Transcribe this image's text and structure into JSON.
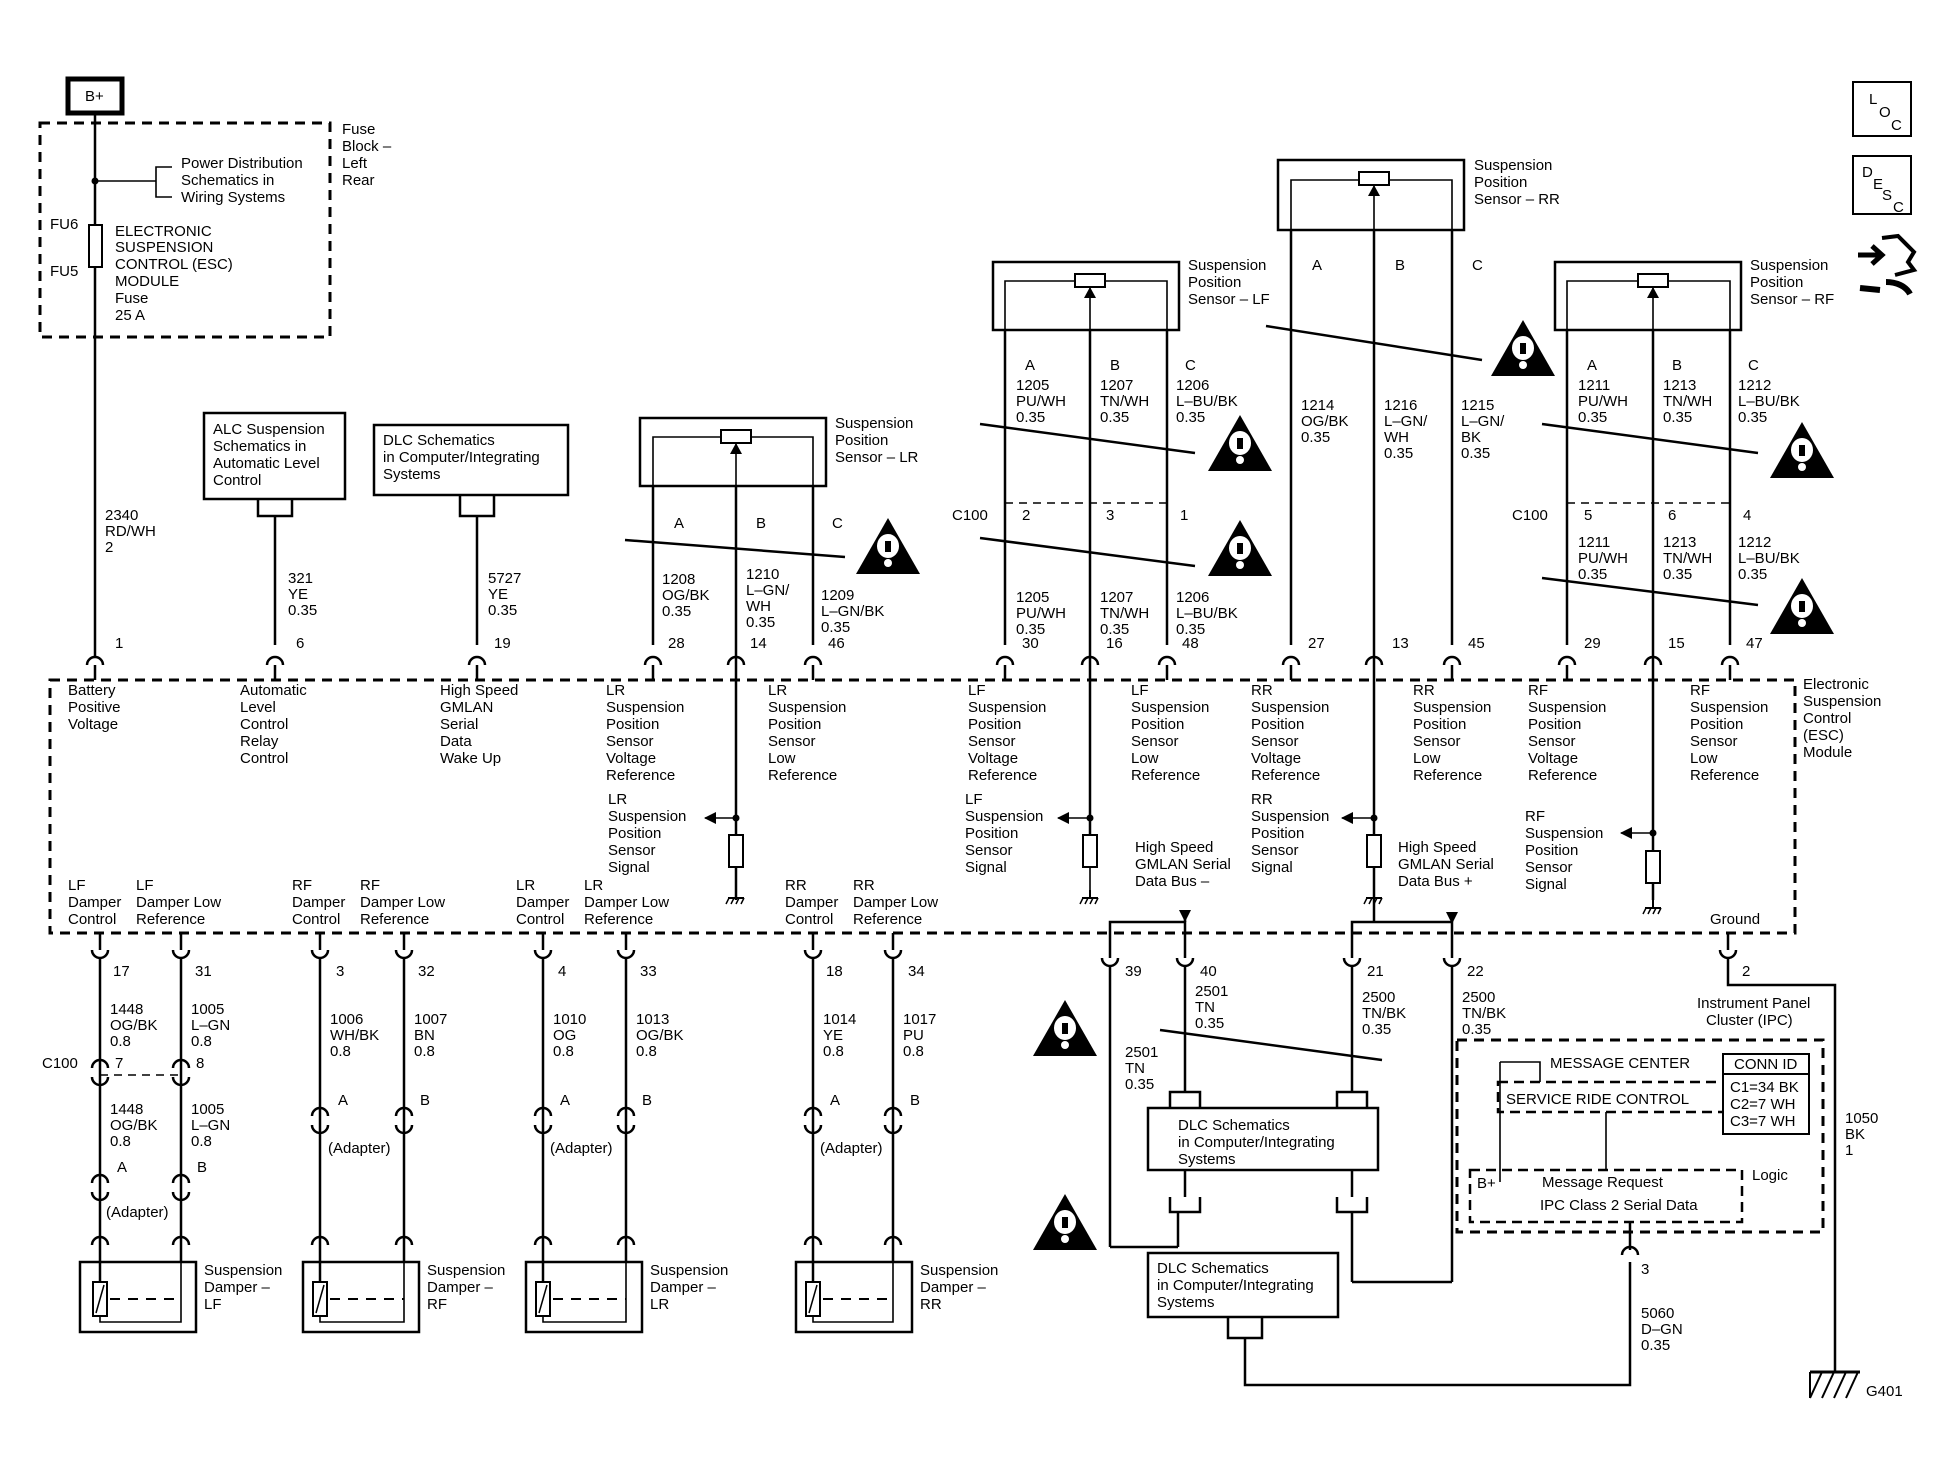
{
  "power": {
    "b_plus": "B+",
    "fuse_block": [
      "Fuse",
      "Block –",
      "Left",
      "Rear"
    ],
    "power_dist": [
      "Power Distribution",
      "Schematics in",
      "Wiring Systems"
    ],
    "fu6": "FU6",
    "fu5": "FU5",
    "fuse_desc": [
      "ELECTRONIC",
      "SUSPENSION",
      "CONTROL (ESC)",
      "MODULE",
      "Fuse",
      "25 A"
    ],
    "wire": [
      "2340",
      "RD/WH",
      "2"
    ]
  },
  "references": {
    "alc": [
      "ALC Suspension",
      "Schematics in",
      "Automatic Level",
      "Control"
    ],
    "dlc_top": [
      "DLC Schematics",
      "in Computer/Integrating",
      "Systems"
    ],
    "dlc_mid": [
      "DLC Schematics",
      "in Computer/Integrating",
      "Systems"
    ],
    "dlc_bottom": [
      "DLC Schematics",
      "in Computer/Integrating",
      "Systems"
    ]
  },
  "icons": {
    "loc": "LOC",
    "desc": "DESC"
  },
  "alc_wire": [
    "321",
    "YE",
    "0.35"
  ],
  "gmlan_wire": [
    "5727",
    "YE",
    "0.35"
  ],
  "sensors": {
    "lr": [
      "Suspension",
      "Position",
      "Sensor – LR"
    ],
    "lf": [
      "Suspension",
      "Position",
      "Sensor – LF"
    ],
    "rr": [
      "Suspension",
      "Position",
      "Sensor – RR"
    ],
    "rf": [
      "Suspension",
      "Position",
      "Sensor – RF"
    ]
  },
  "pins_abc": [
    "A",
    "B",
    "C"
  ],
  "c100": "C100",
  "c100_lf_pins": [
    "2",
    "3",
    "1"
  ],
  "c100_rf_pins": [
    "5",
    "6",
    "4"
  ],
  "lr_wires": [
    [
      "1208",
      "OG/BK",
      "0.35"
    ],
    [
      "1210",
      "L–GN/",
      "WH",
      "0.35"
    ],
    [
      "1209",
      "L–GN/BK",
      "0.35"
    ]
  ],
  "lf_wires_top": [
    [
      "1205",
      "PU/WH",
      "0.35"
    ],
    [
      "1207",
      "TN/WH",
      "0.35"
    ],
    [
      "1206",
      "L–BU/BK",
      "0.35"
    ]
  ],
  "lf_wires_bot": [
    [
      "1205",
      "PU/WH",
      "0.35"
    ],
    [
      "1207",
      "TN/WH",
      "0.35"
    ],
    [
      "1206",
      "L–BU/BK",
      "0.35"
    ]
  ],
  "rr_wires": [
    [
      "1214",
      "OG/BK",
      "0.35"
    ],
    [
      "1216",
      "L–GN/",
      "WH",
      "0.35"
    ],
    [
      "1215",
      "L–GN/",
      "BK",
      "0.35"
    ]
  ],
  "rf_wires_top": [
    [
      "1211",
      "PU/WH",
      "0.35"
    ],
    [
      "1213",
      "TN/WH",
      "0.35"
    ],
    [
      "1212",
      "L–BU/BK",
      "0.35"
    ]
  ],
  "rf_wires_bot": [
    [
      "1211",
      "PU/WH",
      "0.35"
    ],
    [
      "1213",
      "TN/WH",
      "0.35"
    ],
    [
      "1212",
      "L–BU/BK",
      "0.35"
    ]
  ],
  "esc_top_pins": [
    "1",
    "6",
    "19",
    "28",
    "14",
    "46",
    "30",
    "16",
    "48",
    "27",
    "13",
    "45",
    "29",
    "15",
    "47"
  ],
  "esc": {
    "name": [
      "Electronic",
      "Suspension",
      "Control",
      "(ESC)",
      "Module"
    ],
    "battery": [
      "Battery",
      "Positive",
      "Voltage"
    ],
    "alc_relay": [
      "Automatic",
      "Level",
      "Control",
      "Relay",
      "Control"
    ],
    "gmlan_wake": [
      "High Speed",
      "GMLAN",
      "Serial",
      "Data",
      "Wake Up"
    ],
    "lr_ref": [
      "LR",
      "Suspension",
      "Position",
      "Sensor",
      "Voltage",
      "Reference"
    ],
    "lr_low": [
      "LR",
      "Suspension",
      "Position",
      "Sensor",
      "Low",
      "Reference"
    ],
    "lr_sig": [
      "LR",
      "Suspension",
      "Position",
      "Sensor",
      "Signal"
    ],
    "lf_ref": [
      "LF",
      "Suspension",
      "Position",
      "Sensor",
      "Voltage",
      "Reference"
    ],
    "lf_low": [
      "LF",
      "Suspension",
      "Position",
      "Sensor",
      "Low",
      "Reference"
    ],
    "lf_sig": [
      "LF",
      "Suspension",
      "Position",
      "Sensor",
      "Signal"
    ],
    "rr_ref": [
      "RR",
      "Suspension",
      "Position",
      "Sensor",
      "Voltage",
      "Reference"
    ],
    "rr_low": [
      "RR",
      "Suspension",
      "Position",
      "Sensor",
      "Low",
      "Reference"
    ],
    "rr_sig": [
      "RR",
      "Suspension",
      "Position",
      "Sensor",
      "Signal"
    ],
    "rf_ref": [
      "RF",
      "Suspension",
      "Position",
      "Sensor",
      "Voltage",
      "Reference"
    ],
    "rf_low": [
      "RF",
      "Suspension",
      "Position",
      "Sensor",
      "Low",
      "Reference"
    ],
    "rf_sig": [
      "RF",
      "Suspension",
      "Position",
      "Sensor",
      "Signal"
    ],
    "bus_minus": [
      "High Speed",
      "GMLAN Serial",
      "Data Bus –"
    ],
    "bus_plus": [
      "High Speed",
      "GMLAN Serial",
      "Data Bus +"
    ],
    "lf_damp": [
      "LF",
      "Damper",
      "Control"
    ],
    "lf_damp_low": [
      "LF",
      "Damper Low",
      "Reference"
    ],
    "rf_damp": [
      "RF",
      "Damper",
      "Control"
    ],
    "rf_damp_low": [
      "RF",
      "Damper Low",
      "Reference"
    ],
    "lr_damp": [
      "LR",
      "Damper",
      "Control"
    ],
    "lr_damp_low": [
      "LR",
      "Damper Low",
      "Reference"
    ],
    "rr_damp": [
      "RR",
      "Damper",
      "Control"
    ],
    "rr_damp_low": [
      "RR",
      "Damper Low",
      "Reference"
    ],
    "ground": "Ground"
  },
  "esc_bottom_pins": [
    "17",
    "31",
    "3",
    "32",
    "4",
    "33",
    "18",
    "34",
    "39",
    "40",
    "21",
    "22",
    "2"
  ],
  "damper_wires": {
    "lf": [
      [
        "1448",
        "OG/BK",
        "0.8"
      ],
      [
        "1005",
        "L–GN",
        "0.8"
      ]
    ],
    "lf_lower": [
      [
        "1448",
        "OG/BK",
        "0.8"
      ],
      [
        "1005",
        "L–GN",
        "0.8"
      ]
    ],
    "rf": [
      [
        "1006",
        "WH/BK",
        "0.8"
      ],
      [
        "1007",
        "BN",
        "0.8"
      ]
    ],
    "lr": [
      [
        "1010",
        "OG",
        "0.8"
      ],
      [
        "1013",
        "OG/BK",
        "0.8"
      ]
    ],
    "rr": [
      [
        "1014",
        "YE",
        "0.8"
      ],
      [
        "1017",
        "PU",
        "0.8"
      ]
    ]
  },
  "lf_c100_pins": [
    "7",
    "8"
  ],
  "adapter": "(Adapter)",
  "pins_ab": [
    "A",
    "B"
  ],
  "dampers": {
    "lf": [
      "Suspension",
      "Damper –",
      "LF"
    ],
    "rf": [
      "Suspension",
      "Damper –",
      "RF"
    ],
    "lr": [
      "Suspension",
      "Damper –",
      "LR"
    ],
    "rr": [
      "Suspension",
      "Damper –",
      "RR"
    ]
  },
  "bus_wires": {
    "w40": [
      "2501",
      "TN",
      "0.35"
    ],
    "w39": [
      "2501",
      "TN",
      "0.35"
    ],
    "w21": [
      "2500",
      "TN/BK",
      "0.35"
    ],
    "w22": [
      "2500",
      "TN/BK",
      "0.35"
    ]
  },
  "ipc": {
    "title": [
      "Instrument Panel",
      "Cluster (IPC)"
    ],
    "message_center": "MESSAGE CENTER",
    "service_ride": "SERVICE RIDE CONTROL",
    "conn_id": "CONN ID",
    "conn": [
      "C1=34 BK",
      "C2=7 WH",
      "C3=7 WH"
    ],
    "b_plus": "B+",
    "message_request": "Message Request",
    "serial_data": "IPC Class 2 Serial Data",
    "logic": "Logic",
    "pin": "3",
    "wire": [
      "5060",
      "D–GN",
      "0.35"
    ]
  },
  "ground": {
    "wire": [
      "1050",
      "BK",
      "1"
    ],
    "label": "G401"
  }
}
